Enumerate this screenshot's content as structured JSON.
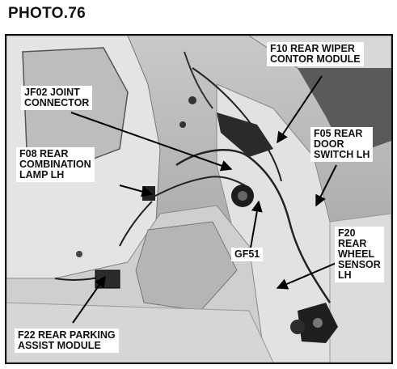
{
  "title": "PHOTO.76",
  "labels": {
    "f10": "F10 REAR WIPER\nCONTOR MODULE",
    "jf02": "JF02 JOINT\nCONNECTOR",
    "f05": "F05 REAR\nDOOR\nSWITCH LH",
    "f08": "F08 REAR\nCOMBINATION\nLAMP LH",
    "gf51": "GF51",
    "f20": "F20\nREAR\nWHEEL\nSENSOR\nLH",
    "f22": "F22 REAR PARKING\nASSIST MODULE"
  }
}
